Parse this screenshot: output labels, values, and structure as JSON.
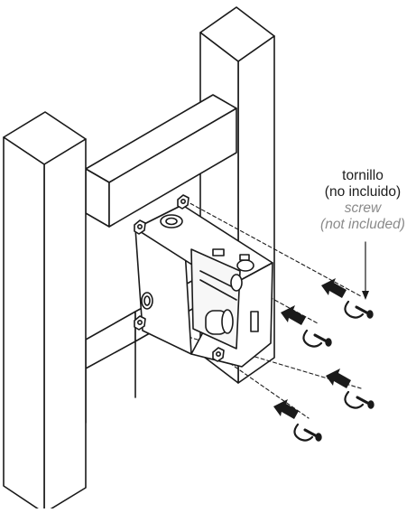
{
  "diagram": {
    "callout": {
      "line_es_1": "tornillo",
      "line_es_2": "(no incluido)",
      "line_en_1": "screw",
      "line_en_2": "(not included)"
    },
    "colors": {
      "stroke": "#1a1a1a",
      "fill": "#ffffff",
      "english_text": "#8a8a8a"
    }
  }
}
